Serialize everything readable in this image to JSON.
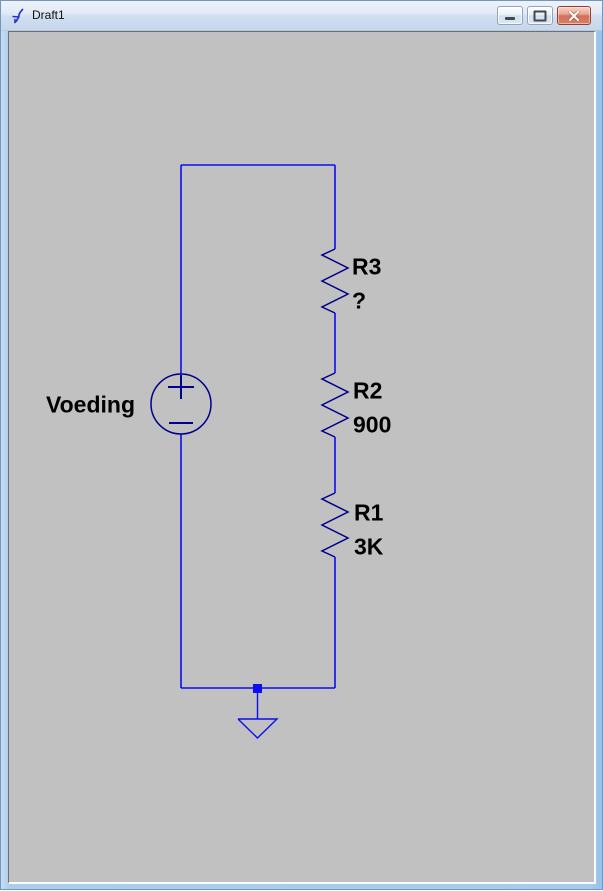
{
  "window": {
    "title": "Draft1",
    "app_icon": "ltspice-app-icon",
    "controls": {
      "minimize": "minimize-icon",
      "restore": "restore-icon",
      "close": "close-icon"
    }
  },
  "colors": {
    "wire": "#0d0df2",
    "component_body": "#00008c",
    "junction": "#0d0df2",
    "canvas_background": "#c1c1c1",
    "label_text": "#000000"
  },
  "schematic": {
    "source": {
      "type": "voltage-source",
      "label": "Voeding"
    },
    "resistors": [
      {
        "designator": "R3",
        "value": "?"
      },
      {
        "designator": "R2",
        "value": "900"
      },
      {
        "designator": "R1",
        "value": "3K"
      }
    ],
    "ground": {
      "type": "ground-symbol"
    }
  }
}
